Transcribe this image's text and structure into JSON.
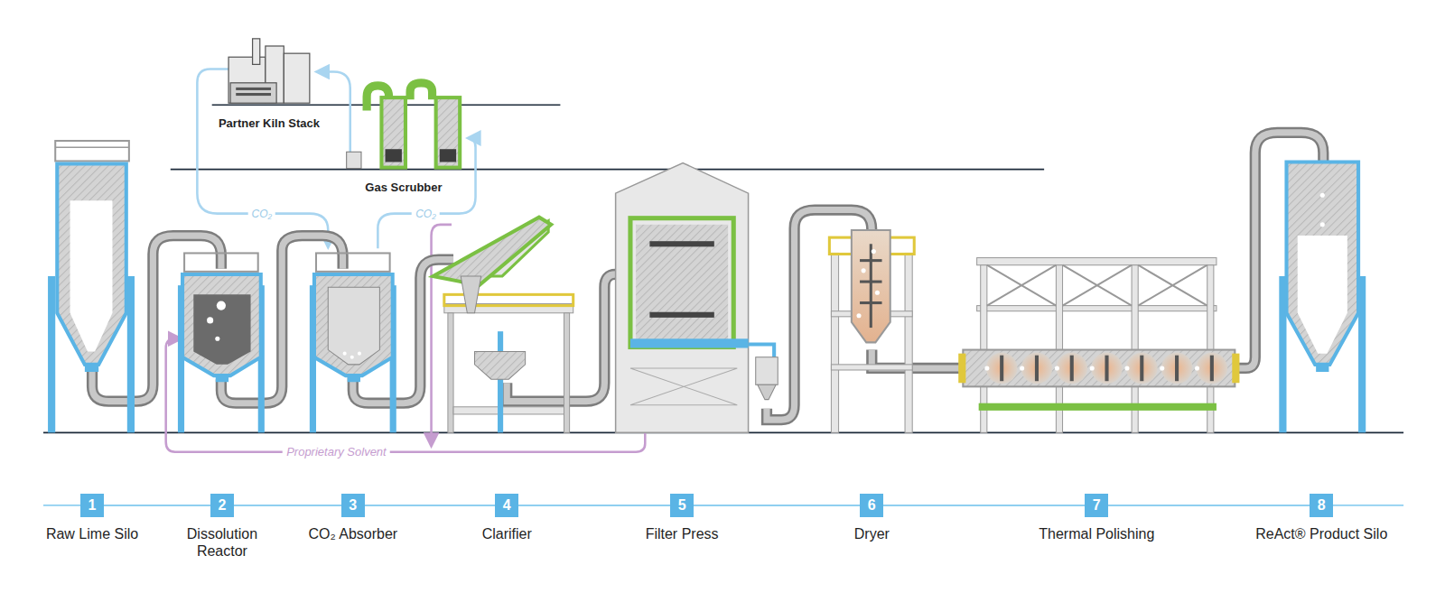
{
  "diagram": {
    "nodes": [
      {
        "text": [
          "1",
          "Raw Lime Silo"
        ]
      },
      {
        "text": [
          "2",
          "Dissolution Reactor"
        ]
      },
      {
        "text": [
          "3",
          "CO₂ Absorber"
        ]
      },
      {
        "text": [
          "4",
          "Clarifier"
        ]
      },
      {
        "text": [
          "5",
          "Filter Press"
        ]
      },
      {
        "text": [
          "6",
          "Dryer"
        ]
      },
      {
        "text": [
          "7",
          "Thermal Polishing"
        ]
      },
      {
        "text": [
          "8",
          "ReAct® Product Silo"
        ]
      }
    ],
    "edges": [
      {
        "from": 0,
        "to": 1,
        "arrow": "none"
      },
      {
        "from": 1,
        "to": 2,
        "arrow": "none"
      },
      {
        "from": 2,
        "to": 3,
        "arrow": "none"
      },
      {
        "from": 3,
        "to": 4,
        "arrow": "none"
      },
      {
        "from": 4,
        "to": 5,
        "arrow": "none"
      },
      {
        "from": 5,
        "to": 6,
        "arrow": "none"
      },
      {
        "from": 6,
        "to": 7,
        "arrow": "none"
      }
    ],
    "labels": [
      "Partner Kiln Stack",
      "Gas Scrubber",
      "CO₂",
      "CO₂",
      "Proprietary Solvent"
    ]
  }
}
